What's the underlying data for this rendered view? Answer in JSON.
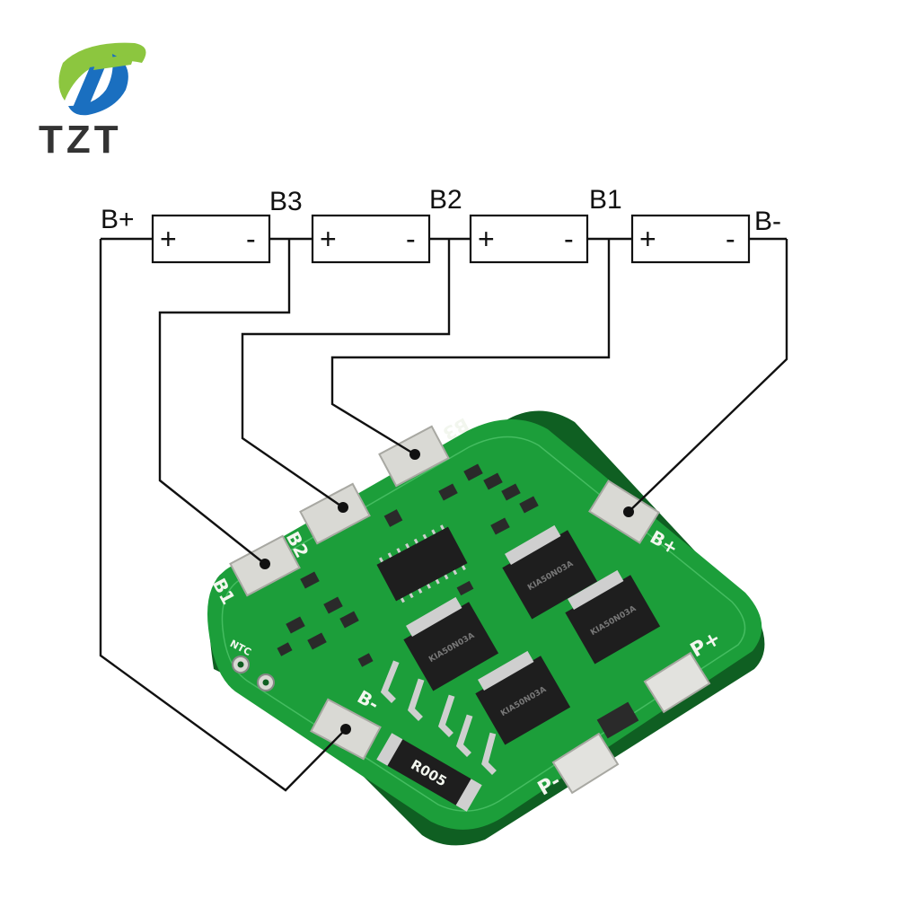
{
  "brand": {
    "name": "TZT",
    "colors": {
      "logo_green": "#8cc63f",
      "logo_blue": "#1a6fc0",
      "text": "#333333"
    }
  },
  "wiring": {
    "cells": [
      {
        "plus": "+",
        "minus": "-"
      },
      {
        "plus": "+",
        "minus": "-"
      },
      {
        "plus": "+",
        "minus": "-"
      },
      {
        "plus": "+",
        "minus": "-"
      }
    ],
    "terminals": {
      "b_plus": "B+",
      "b3": "B3",
      "b2": "B2",
      "b1": "B1",
      "b_minus": "B-"
    }
  },
  "board": {
    "colors": {
      "pcb": "#1c9e3a",
      "pcb_dark": "#137a2b",
      "pad": "#d9d9d4",
      "chip": "#1e1e1e"
    },
    "silkscreen": {
      "b3": "B3",
      "b2": "B2",
      "b1": "B1",
      "b_plus": "B+",
      "b_minus": "B-",
      "p_plus": "P+",
      "p_minus": "P-",
      "ntc": "NTC"
    },
    "mosfet_marking": "KIA50N03A",
    "resistor_marking": "R005"
  }
}
